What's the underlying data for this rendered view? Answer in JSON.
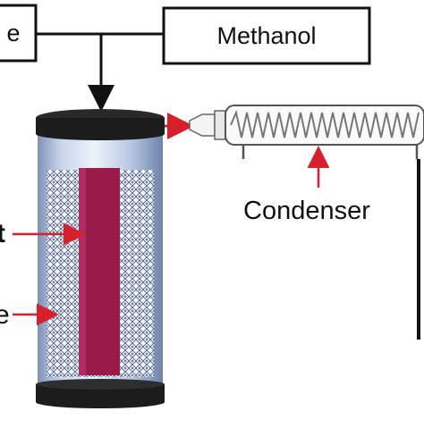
{
  "diagram": {
    "left_box_label": "e",
    "methanol_label": "Methanol",
    "condenser_label": "Condenser",
    "side_label_top": "t",
    "side_label_bottom": "e",
    "colors": {
      "line": "#111111",
      "arrow_red": "#d8202c",
      "cap": "#1c1c1c",
      "body_glass": "#b8c8e0",
      "mesh": "#6f7f98",
      "sample": "#9a1b4a"
    },
    "icons": [
      "condenser-coil-icon",
      "column-vessel-icon"
    ]
  }
}
